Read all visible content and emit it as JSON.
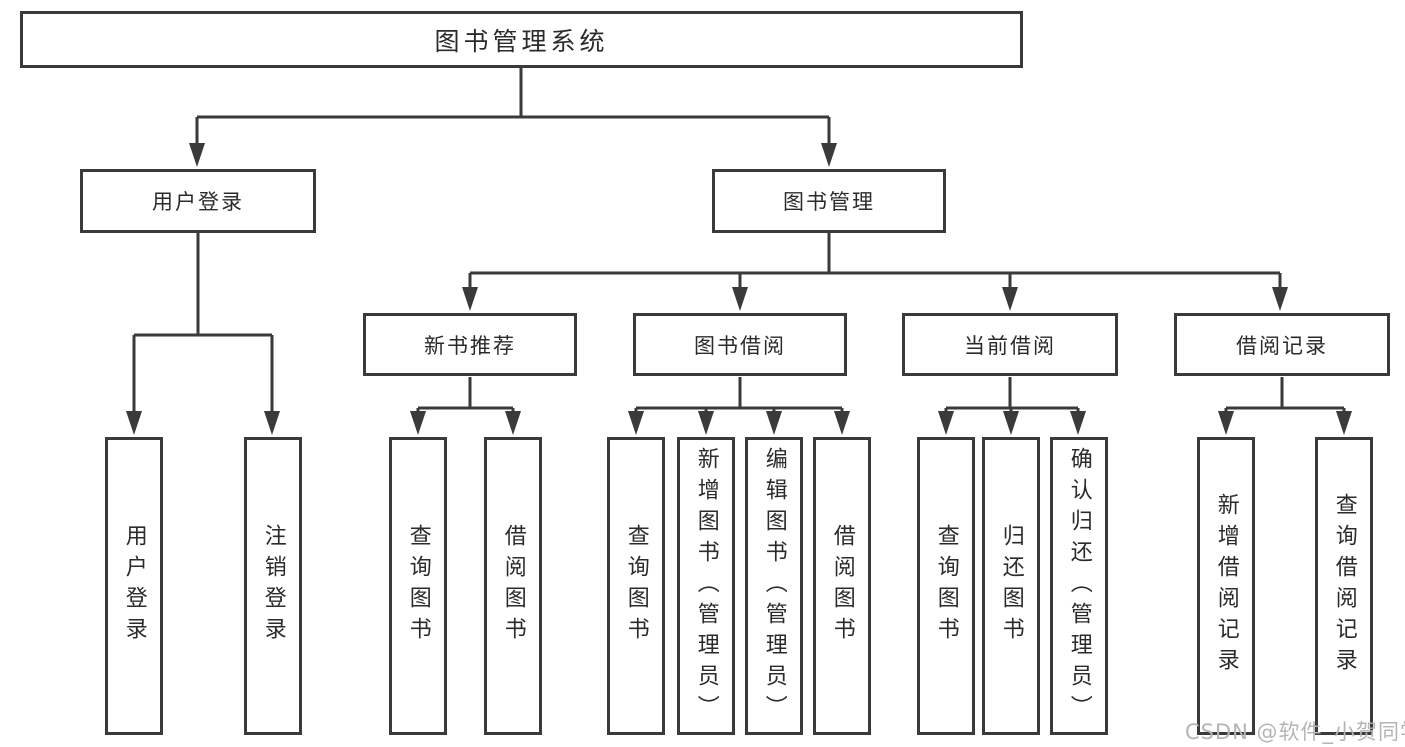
{
  "tree": {
    "label": "图书管理系统",
    "children": [
      {
        "label": "用户登录",
        "children": [
          {
            "label": "用户登录"
          },
          {
            "label": "注销登录"
          }
        ]
      },
      {
        "label": "图书管理",
        "children": [
          {
            "label": "新书推荐",
            "children": [
              {
                "label": "查询图书"
              },
              {
                "label": "借阅图书"
              }
            ]
          },
          {
            "label": "图书借阅",
            "children": [
              {
                "label": "查询图书"
              },
              {
                "label": "新增图书（管理员）"
              },
              {
                "label": "编辑图书（管理员）"
              },
              {
                "label": "借阅图书"
              }
            ]
          },
          {
            "label": "当前借阅",
            "children": [
              {
                "label": "查询图书"
              },
              {
                "label": "归还图书"
              },
              {
                "label": "确认归还（管理员）"
              }
            ]
          },
          {
            "label": "借阅记录",
            "children": [
              {
                "label": "新增借阅记录"
              },
              {
                "label": "查询借阅记录"
              }
            ]
          }
        ]
      }
    ]
  },
  "watermark": "CSDN @软件_小贺同学",
  "colors": {
    "line": "#3a3a3a",
    "box_background": "#ffffff",
    "text": "#2b2b2b",
    "watermark": "#b5b5b5"
  }
}
